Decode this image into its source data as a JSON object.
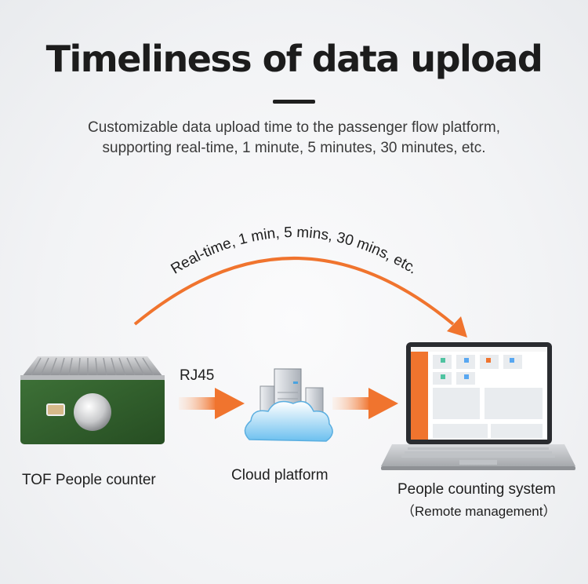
{
  "title": "Timeliness of data upload",
  "subtitle": "Customizable data upload time to the passenger flow platform, supporting real-time, 1 minute, 5 minutes, 30 minutes, etc.",
  "arc_label": "Real-time, 1 min, 5 mins, 30 mins, etc.",
  "connection_label": "RJ45",
  "nodes": {
    "device": "TOF People counter",
    "cloud": "Cloud platform",
    "system": "People counting system",
    "system_sub": "（Remote management）"
  },
  "colors": {
    "accent": "#f0742e",
    "arrow_gradient_start": "#fbd6bf",
    "device_body": "#2f5f2a",
    "cloud": "#5db8ec",
    "text": "#1e1e1e"
  }
}
